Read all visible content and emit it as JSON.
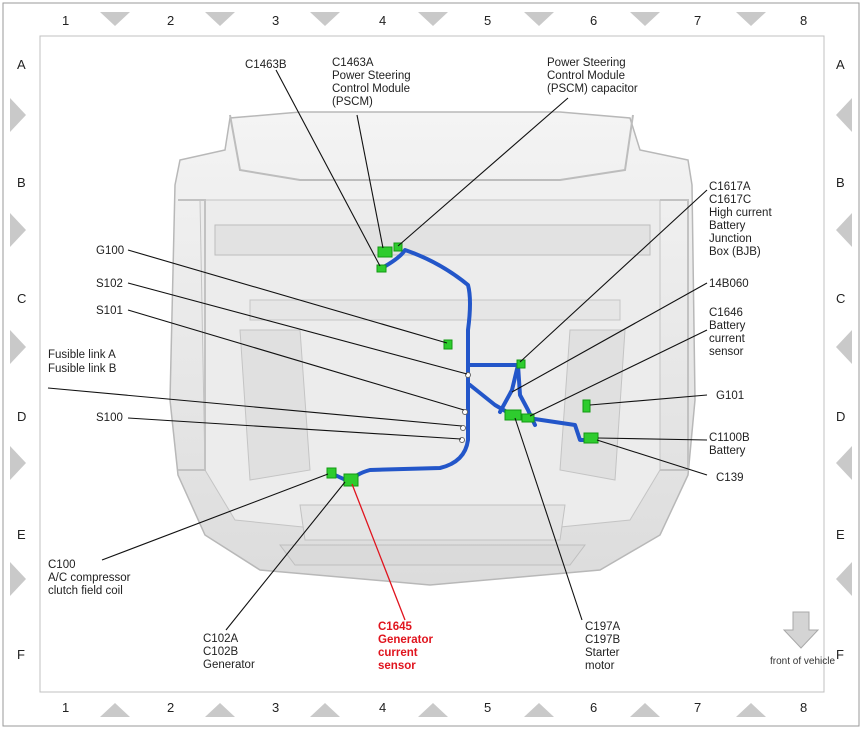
{
  "grid": {
    "columns": [
      "1",
      "2",
      "3",
      "4",
      "5",
      "6",
      "7",
      "8"
    ],
    "rows": [
      "A",
      "B",
      "C",
      "D",
      "E",
      "F"
    ]
  },
  "labels": {
    "c1463b": [
      "C1463B"
    ],
    "c1463a": [
      "C1463A",
      "Power Steering",
      "Control Module",
      "(PSCM)"
    ],
    "pscm_cap": [
      "Power Steering",
      "Control Module",
      "(PSCM) capacitor"
    ],
    "bjb": [
      "C1617A",
      "C1617C",
      "High current",
      "Battery",
      "Junction",
      "Box (BJB)"
    ],
    "g100": [
      "G100"
    ],
    "s102": [
      "S102"
    ],
    "s101": [
      "S101"
    ],
    "fusible": [
      "Fusible link A",
      "Fusible link B"
    ],
    "s100": [
      "S100"
    ],
    "c14b060": [
      "14B060"
    ],
    "c1646": [
      "C1646",
      "Battery",
      "current",
      "sensor"
    ],
    "g101": [
      "G101"
    ],
    "c1100b": [
      "C1100B",
      "Battery"
    ],
    "c139": [
      "C139"
    ],
    "c100": [
      "C100",
      "A/C compressor",
      "clutch field coil"
    ],
    "c102": [
      "C102A",
      "C102B",
      "Generator"
    ],
    "c1645": [
      "C1645",
      "Generator",
      "current",
      "sensor"
    ],
    "c197": [
      "C197A",
      "C197B",
      "Starter",
      "motor"
    ]
  },
  "front_of_vehicle": "front of vehicle",
  "colors": {
    "harness": "#2356c9",
    "connector": "#2ecc2e",
    "highlight": "#e0141e",
    "frame": "#d9d9d9"
  }
}
